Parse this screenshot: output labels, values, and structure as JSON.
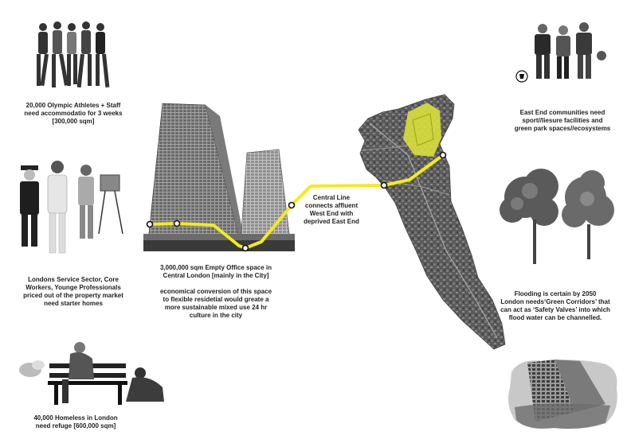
{
  "captions": {
    "athletes": "20,000 Olympic Athletes + Staff\nneed accommodatio for 3 weeks\n[300,000 sqm]",
    "workers": "Londons Service Sector, Core\nWorkers, Younge Professionals\npriced out of the property market\nneed starter homes",
    "homeless": "40,000 Homeless in London\nneed refuge [600,000 sqm]",
    "office": "3,000,000 sqm Empty Office space in\nCentral London [mainly in the City]",
    "conversion": "economical conversion of this space\nto flexible residetial would greate a\nmore sustainable mixed use 24 hr\nculture in the city",
    "central_line": "Central Line\nconnects affluent\nWest End with\ndeprived East End",
    "east_end": "East End communities need\nsport//liesure facilities and\ngreen park spaces//ecosystems",
    "flooding": "Flooding is certain by 2050\nLondon needs‘Green Corridors’ that\ncan act as ‘Safety Valves’ into which\nflood water can be channelled."
  },
  "colors": {
    "line": "#f2ec1a",
    "park": "#d9df3c",
    "map": "#5d5d5d"
  }
}
